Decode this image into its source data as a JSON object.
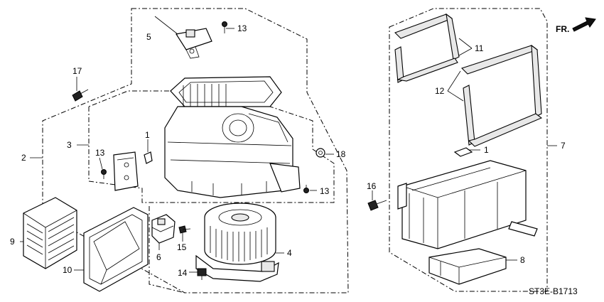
{
  "diagram_code": "ST3E-B1713",
  "direction_label": "FR.",
  "callouts": {
    "c1a": "1",
    "c1b": "1",
    "c2": "2",
    "c3": "3",
    "c4": "4",
    "c5": "5",
    "c6": "6",
    "c7": "7",
    "c8": "8",
    "c9": "9",
    "c10": "10",
    "c11": "11",
    "c12": "12",
    "c13a": "13",
    "c13b": "13",
    "c13c": "13",
    "c14": "14",
    "c15": "15",
    "c16": "16",
    "c17": "17",
    "c18": "18"
  }
}
